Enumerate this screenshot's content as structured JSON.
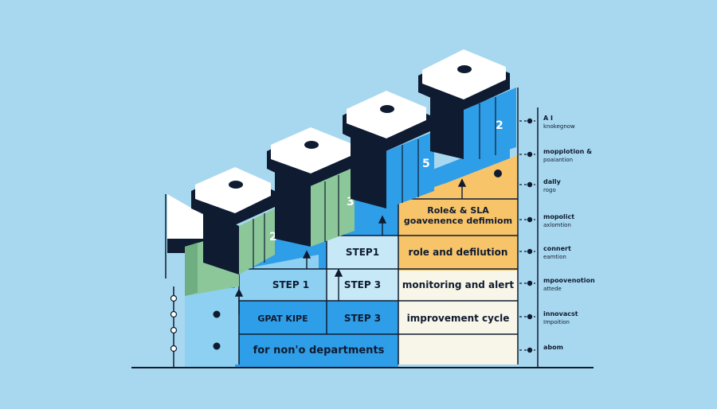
{
  "colors": {
    "background": "#a8d8f0",
    "navy": "#0f1b30",
    "green": "#8cc79a",
    "green_dark": "#6fae80",
    "blue": "#2f9ee8",
    "blue_light": "#8dd0f2",
    "blue_pale": "#c6e8f7",
    "orange": "#f7c46a",
    "cream": "#f8f6e8",
    "white": "#ffffff"
  },
  "block_numbers": {
    "block2": "2",
    "block3": "3",
    "block5": "5",
    "block_top": "2"
  },
  "rows": [
    {
      "left": "",
      "middle": "",
      "right": "Role& & SLA",
      "right2": "goavenence defimiom"
    },
    {
      "left": "",
      "middle": "STEP1",
      "right": "role  and defilution"
    },
    {
      "left": "STEP 1",
      "middle": "STEP 3",
      "right": "monitoring and alert"
    },
    {
      "left": "GPAT KIPE",
      "middle": "STEP 3",
      "right": "improvement cycle"
    },
    {
      "left": "for non'o departments",
      "middle": "",
      "right": ""
    }
  ],
  "side_labels": [
    {
      "line1": "A I",
      "line2": "knokegnow"
    },
    {
      "line1": "mopplotion &",
      "line2": "poaiantion"
    },
    {
      "line1": "dally",
      "line2": "rogo"
    },
    {
      "line1": "mopolict",
      "line2": "axlomtion"
    },
    {
      "line1": "connert",
      "line2": "eamtion"
    },
    {
      "line1": "mpoovenotion",
      "line2": "attede"
    },
    {
      "line1": "innovacst",
      "line2": "Impoition"
    },
    {
      "line1": "abom",
      "line2": ""
    }
  ]
}
